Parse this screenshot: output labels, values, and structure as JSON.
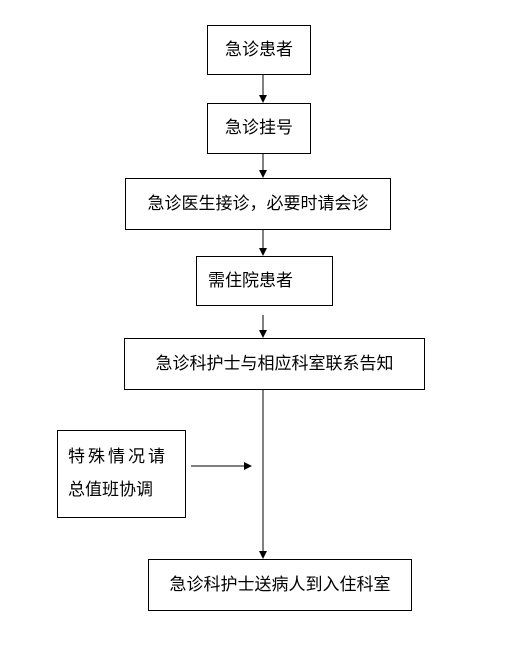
{
  "flow": {
    "step1": "急诊患者",
    "step2": "急诊挂号",
    "step3": "急诊医生接诊，必要时请会诊",
    "step4": "需住院患者",
    "step5": "急诊科护士与相应科室联系告知",
    "side_line1": "特殊情况请",
    "side_line2": "总值班协调",
    "step6": "急诊科护士送病人到入住科室"
  }
}
